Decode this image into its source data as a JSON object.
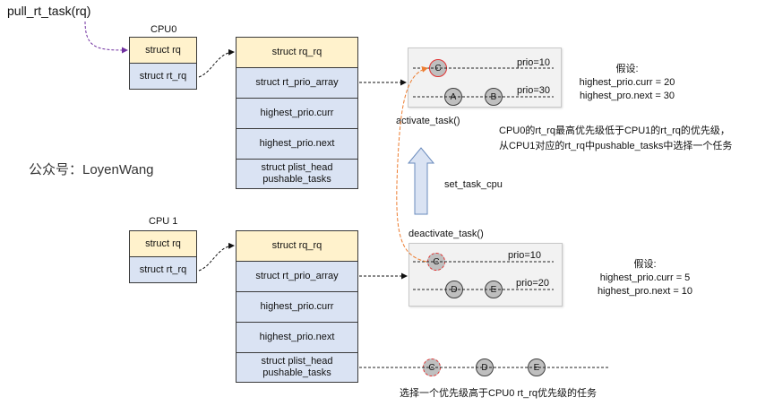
{
  "caller": {
    "label": "pull_rt_task(rq)"
  },
  "watermark": "公众号：LoyenWang",
  "cpu0": {
    "label": "CPU0",
    "rq_cells": [
      "struct rq",
      "struct rt_rq"
    ],
    "rt_rq_cells": [
      "struct rq_rq",
      "struct rt_prio_array",
      "highest_prio.curr",
      "highest_prio.next",
      "struct plist_head\npushable_tasks"
    ],
    "prio_array": {
      "lines": [
        {
          "prio_label": "prio=10",
          "nodes": [
            "C"
          ]
        },
        {
          "prio_label": "prio=30",
          "nodes": [
            "A",
            "B"
          ]
        }
      ]
    },
    "assumption": {
      "title": "假设:",
      "lines": [
        "highest_prio.curr = 20",
        "highest_pro.next = 30"
      ]
    }
  },
  "cpu1": {
    "label": "CPU 1",
    "rq_cells": [
      "struct rq",
      "struct rt_rq"
    ],
    "rt_rq_cells": [
      "struct rq_rq",
      "struct rt_prio_array",
      "highest_prio.curr",
      "highest_prio.next",
      "struct plist_head\npushable_tasks"
    ],
    "prio_array": {
      "lines": [
        {
          "prio_label": "prio=10",
          "nodes": [
            "C"
          ]
        },
        {
          "prio_label": "prio=20",
          "nodes": [
            "D",
            "E"
          ]
        }
      ]
    },
    "assumption": {
      "title": "假设:",
      "lines": [
        "highest_prio.curr = 5",
        "highest_pro.next = 10"
      ]
    },
    "pushable_list": {
      "nodes": [
        "C",
        "D",
        "E"
      ],
      "caption": "选择一个优先级高于CPU0 rt_rq优先级的任务"
    }
  },
  "ops": {
    "activate": "activate_task()",
    "deactivate": "deactivate_task()",
    "set_cpu": "set_task_cpu"
  },
  "explanation": [
    "CPU0的rt_rq最高优先级低于CPU1的rt_rq的优先级，",
    "从CPU1对应的rt_rq中pushable_tasks中选择一个任务"
  ],
  "colors": {
    "rq_header": "#fff2cc",
    "rq_body": "#dae3f3",
    "caller_arrow": "#7030a0",
    "migrate_arrow": "#ed7d31",
    "highlight_border": "#e03030"
  }
}
